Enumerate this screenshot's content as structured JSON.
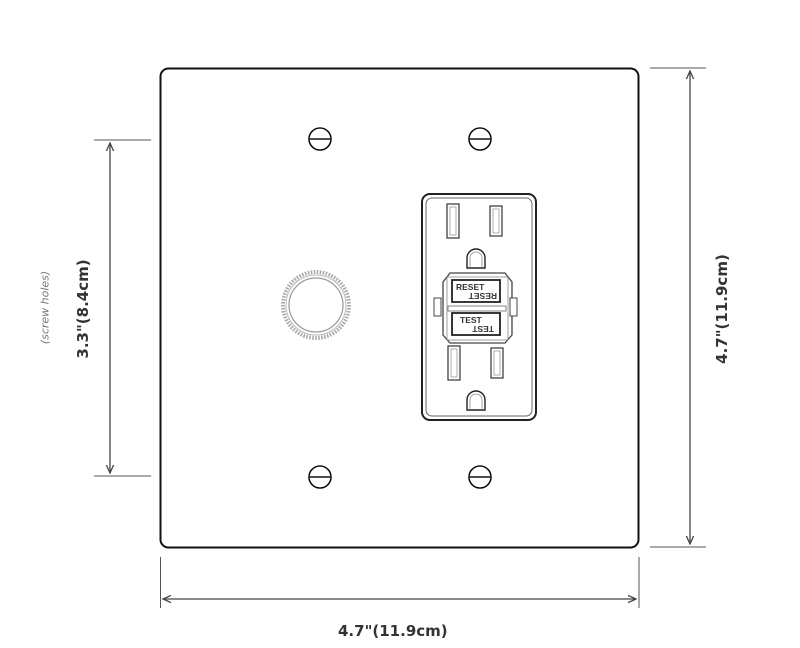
{
  "diagram": {
    "title": "Double gang wall plate with GFCI outlet and rotary dimmer opening",
    "colors": {
      "outline": "#111111",
      "dimension_line": "#444444",
      "label": "#333333",
      "note": "#777777",
      "knob": "#aaaaaa"
    },
    "dimensions": {
      "width_label": "4.7\"(11.9cm)",
      "height_label": "4.7\"(11.9cm)",
      "screw_spacing_label": "3.3\"(8.4cm)",
      "screw_spacing_note": "(screw holes)"
    },
    "outlet": {
      "reset_label": "RESET",
      "reset_label_mirror": "RESET",
      "test_label": "TEST",
      "test_label_mirror": "TEST"
    },
    "components": {
      "plate": "wall-plate",
      "left_opening": "rotary-knob",
      "right_opening": "gfci-receptacle",
      "screws": 4
    }
  }
}
